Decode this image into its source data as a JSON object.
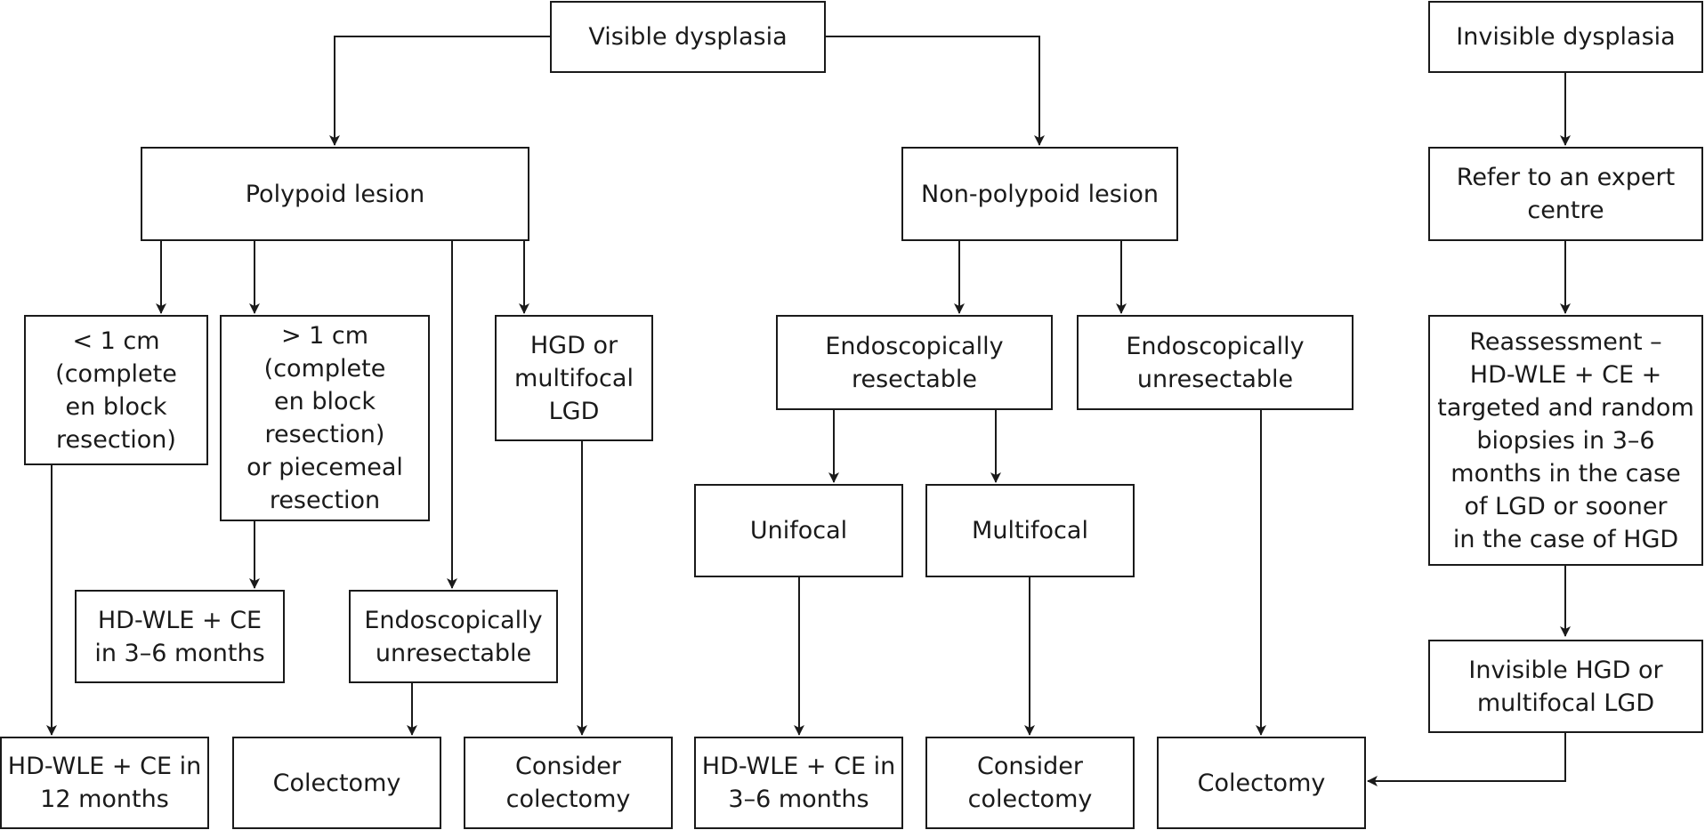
{
  "nodes": {
    "visible_dysplasia": "Visible dysplasia",
    "invisible_dysplasia": "Invisible dysplasia",
    "polypoid_lesion": "Polypoid lesion",
    "non_polypoid_lesion": "Non-polypoid lesion",
    "refer_expert": "Refer to an expert\ncentre",
    "lt_1cm": "< 1 cm\n(complete\nen block\nresection)",
    "gt_1cm": "> 1 cm\n(complete\nen block\nresection)\nor piecemeal\nresection",
    "hgd_multifocal_lgd": "HGD or\nmultifocal\nLGD",
    "endo_resectable": "Endoscopically\nresectable",
    "endo_unresectable_np": "Endoscopically\nunresectable",
    "reassessment": "Reassessment –\nHD-WLE + CE +\ntargeted and random\nbiopsies in 3–6\nmonths in the case\nof LGD or sooner\nin the case of HGD",
    "hdwle_3_6_poly": "HD-WLE + CE\nin 3–6 months",
    "endo_unresectable_poly": "Endoscopically\nunresectable",
    "unifocal": "Unifocal",
    "multifocal": "Multifocal",
    "invisible_hgd": "Invisible HGD or\nmultifocal LGD",
    "hdwle_12": "HD-WLE + CE in\n12 months",
    "colectomy_1": "Colectomy",
    "consider_colectomy_1": "Consider\ncolectomy",
    "hdwle_3_6_np": "HD-WLE + CE in\n3–6 months",
    "consider_colectomy_2": "Consider\ncolectomy",
    "colectomy_2": "Colectomy"
  },
  "colors": {
    "line": "#1a1a1a",
    "background": "#ffffff"
  }
}
